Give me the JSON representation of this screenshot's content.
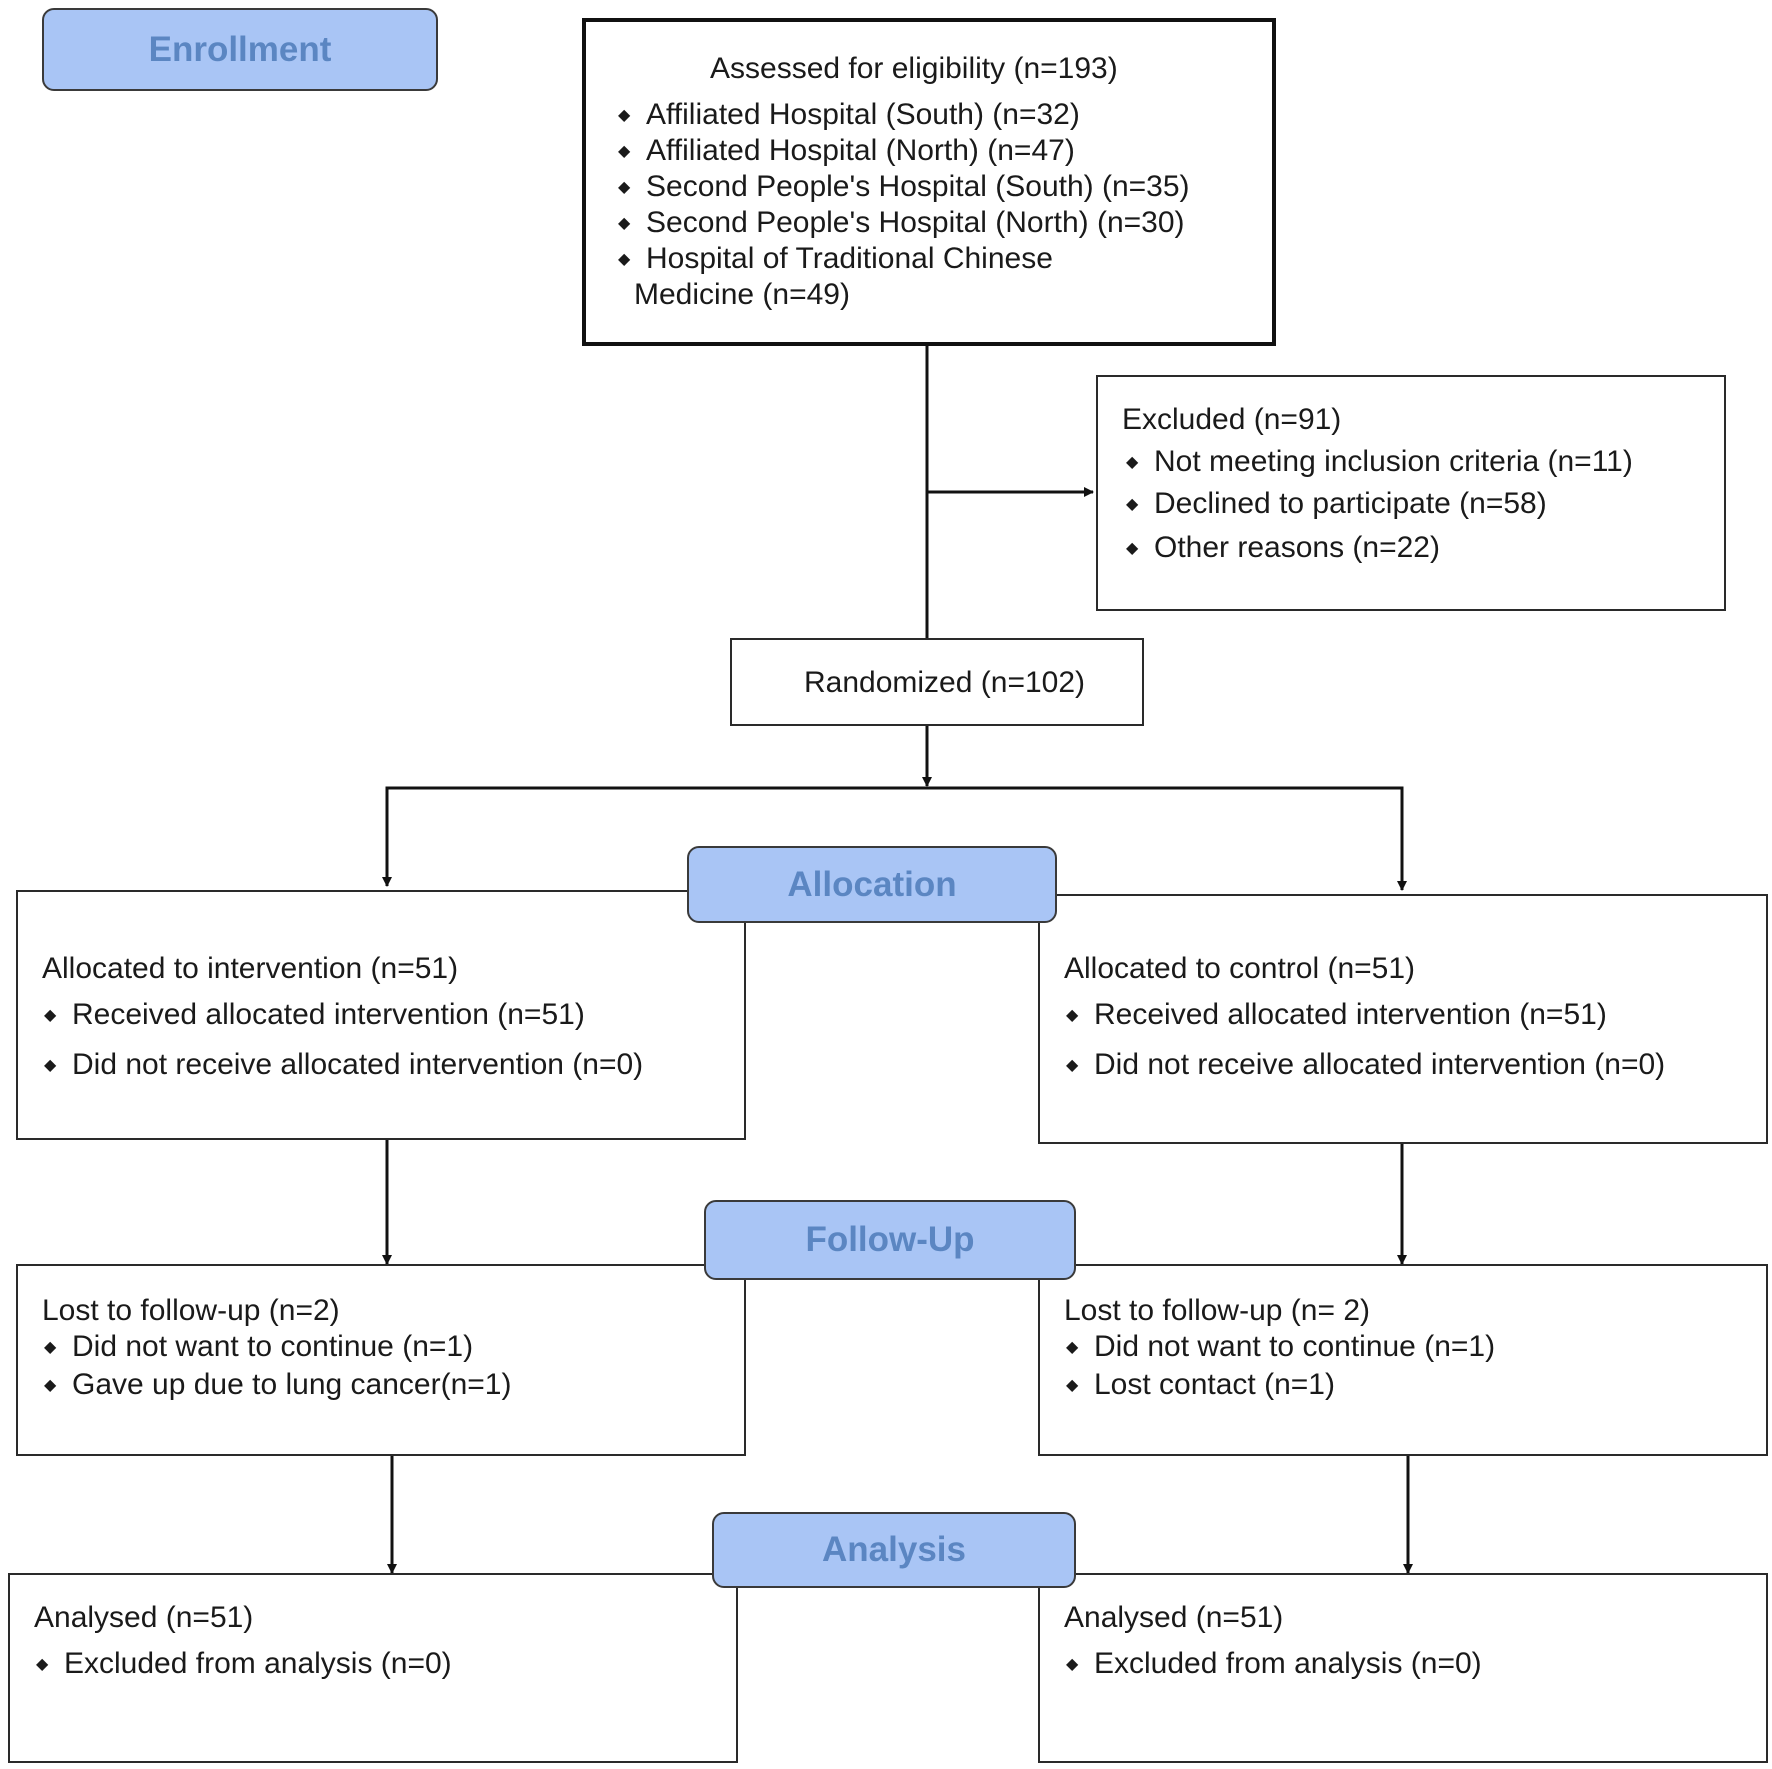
{
  "stages": {
    "enrollment": "Enrollment",
    "allocation": "Allocation",
    "follow_up": "Follow-Up",
    "analysis": "Analysis"
  },
  "eligibility": {
    "title": "Assessed for eligibility (n=193)",
    "items": [
      "Affiliated Hospital (South) (n=32)",
      "Affiliated Hospital (North) (n=47)",
      "Second People's Hospital (South) (n=35)",
      "Second People's Hospital (North) (n=30)",
      "Hospital of Traditional Chinese",
      "Medicine (n=49)"
    ]
  },
  "excluded": {
    "title": "Excluded  (n=91)",
    "items": [
      "Not meeting inclusion criteria (n=11)",
      "Declined to participate (n=58)",
      "Other reasons (n=22)"
    ]
  },
  "randomized": "Randomized (n=102)",
  "allocation": {
    "intervention": {
      "title": "Allocated to intervention (n=51)",
      "items": [
        "Received allocated intervention (n=51)",
        "Did not receive allocated intervention (n=0)"
      ]
    },
    "control": {
      "title": "Allocated to control (n=51)",
      "items": [
        "Received allocated intervention (n=51)",
        "Did not receive allocated intervention (n=0)"
      ]
    }
  },
  "follow_up": {
    "intervention": {
      "title": "Lost to follow-up (n=2)",
      "items": [
        "Did not want to continue (n=1)",
        "Gave up due to lung cancer(n=1)"
      ]
    },
    "control": {
      "title": "Lost to follow-up (n= 2)",
      "items": [
        "Did not want to continue (n=1)",
        "Lost contact (n=1)"
      ]
    }
  },
  "analysis": {
    "intervention": {
      "title": "Analysed  (n=51)",
      "items": [
        "Excluded from analysis (n=0)"
      ]
    },
    "control": {
      "title": "Analysed  (n=51)",
      "items": [
        "Excluded from analysis (n=0)"
      ]
    }
  },
  "bullet_glyph": "◆"
}
